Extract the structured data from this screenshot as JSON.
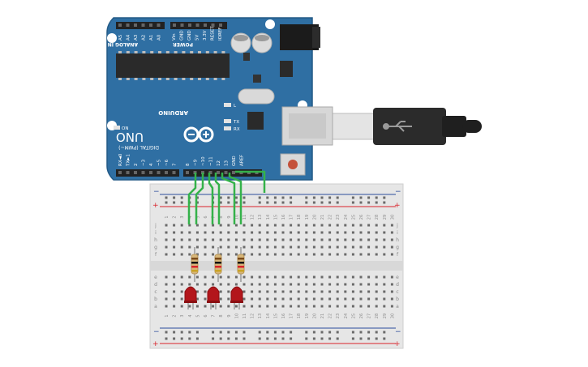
{
  "colors": {
    "board": "#2f6fa3",
    "board_dark": "#1f4f78",
    "breadboard": "#e6e6e6",
    "wire": "#34b24a",
    "led": "#b3161b",
    "rail_red": "#d9232b",
    "rail_blue": "#2a4c9c"
  },
  "arduino": {
    "brand": "ARDUINO",
    "model": "UNO",
    "analog_header": "ANALOG IN",
    "power_header": "POWER",
    "digital_header": "DIGITAL (PWM~)",
    "on_label": "ON",
    "tx_label": "TX",
    "rx_label": "RX",
    "l_label": "L",
    "analog_pins": [
      "A5",
      "A4",
      "A3",
      "A2",
      "A1",
      "A0"
    ],
    "power_pins": [
      "Vin",
      "GND",
      "GND",
      "5V",
      "3.3V",
      "RESET",
      "IOREF"
    ],
    "digital_pins_left": [
      "RX◄0",
      "TX►1",
      "2",
      "~3",
      "4",
      "~5",
      "~6",
      "7"
    ],
    "digital_pins_right": [
      "8",
      "~9",
      "~10",
      "~11",
      "12",
      "13",
      "GND",
      "AREF"
    ]
  },
  "breadboard": {
    "plus": "+",
    "minus": "−",
    "rows_top": [
      "j",
      "i",
      "h",
      "g",
      "f"
    ],
    "rows_bottom": [
      "e",
      "d",
      "c",
      "b",
      "a"
    ],
    "columns": [
      "1",
      "2",
      "3",
      "4",
      "5",
      "6",
      "7",
      "8",
      "9",
      "10",
      "11",
      "12",
      "13",
      "14",
      "15",
      "16",
      "17",
      "18",
      "19",
      "20",
      "21",
      "22",
      "23",
      "24",
      "25",
      "26",
      "27",
      "28",
      "29",
      "30"
    ]
  },
  "icons": {
    "usb_symbol": "usb-symbol-icon",
    "infinity_logo": "arduino-logo-icon"
  }
}
